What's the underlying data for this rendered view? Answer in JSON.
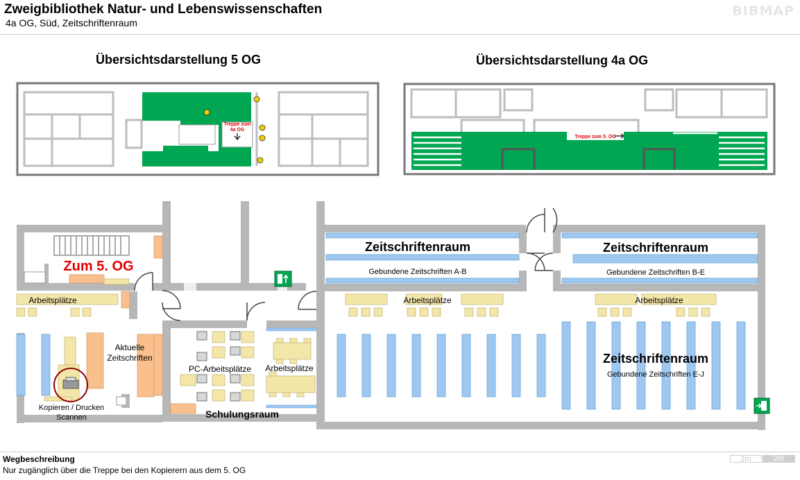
{
  "header": {
    "title": "Zweigbibliothek Natur- und Lebenswissenschaften",
    "subtitle": "4a OG, Süd, Zeitschriftenraum",
    "logo": "BIBMAP"
  },
  "overview": {
    "og5_title": "Übersichtsdarstellung 5 OG",
    "og4a_title": "Übersichtsdarstellung 4a OG",
    "og5_stair_label": [
      "Treppe zum",
      "4a OG"
    ],
    "og4a_stair_label": "Treppe zum 5. OG"
  },
  "map": {
    "zum_5og": "Zum 5. OG",
    "arbeitsplaetze": "Arbeitsplätze",
    "zeitschriftenraum": "Zeitschriftenraum",
    "gebunden_ab": "Gebundene Zeitschriften A-B",
    "gebunden_be": "Gebundene Zeitschriften B-E",
    "gebunden_ej": "Gebundene Zeitschriften E-J",
    "aktuelle": [
      "Aktuelle",
      "Zeitschriften"
    ],
    "pc_arbeitsplaetze": "PC-Arbeitsplätze",
    "schulungsraum": "Schulungsraum",
    "kopieren": [
      "Kopieren / Drucken",
      "Scannen"
    ]
  },
  "colors": {
    "wall": "#b7b7b7",
    "shelf": "#9fc8f0",
    "desk": "#f3e6a9",
    "counter": "#f9c08e",
    "green": "#00a651",
    "highlight": "#c00000",
    "red_text": "#e00000"
  },
  "footer": {
    "title": "Wegbeschreibung",
    "text": "Nur zugänglich über die Treppe bei den Kopierern aus dem 5. OG",
    "scale_a": "2m",
    "scale_b": "2m"
  }
}
